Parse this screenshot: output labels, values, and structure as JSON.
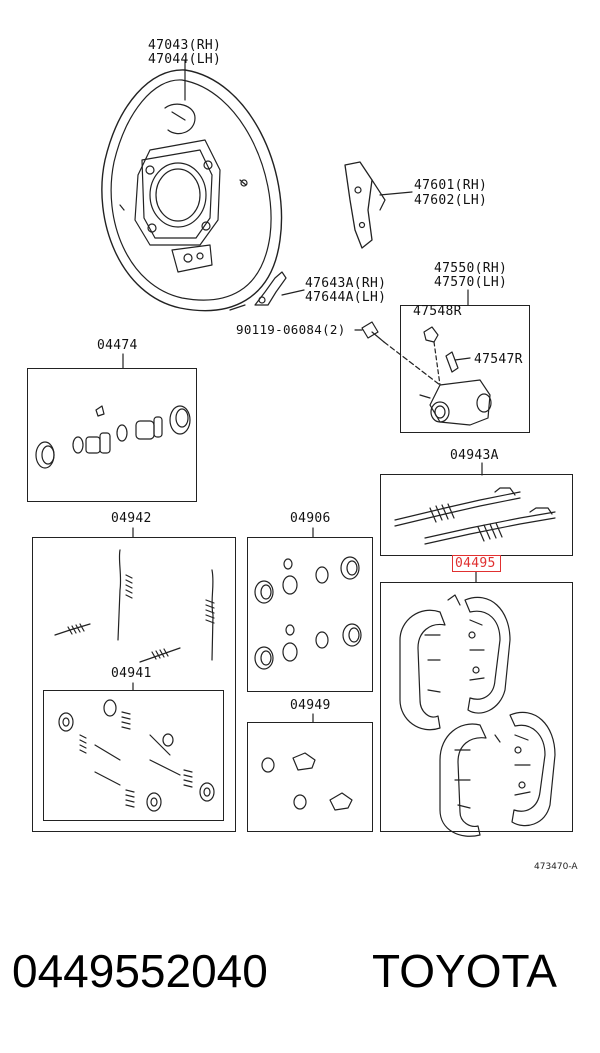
{
  "diagram": {
    "parts": {
      "backing_plate_rh": "47043(RH)",
      "backing_plate_lh": "47044(LH)",
      "adjusting_lever_rh": "47601(RH)",
      "adjusting_lever_lh": "47602(LH)",
      "wheel_cylinder_rh": "47550(RH)",
      "wheel_cylinder_lh": "47570(LH)",
      "lever_rh": "47643A(RH)",
      "lever_lh": "47644A(LH)",
      "bolt": "90119-06084(2)",
      "bleeder_cap": "47548R",
      "bleeder_plug": "47547R"
    },
    "kits": {
      "cylinder_kit": "04474",
      "adjuster_kit": "04943A",
      "spring_kit": "04942",
      "cup_kit": "04906",
      "hold_down_kit": "04941",
      "boot_kit": "04949",
      "shoe_kit": "04495"
    },
    "reference_code": "473470-A"
  },
  "footer": {
    "part_number": "0449552040",
    "brand": "TOYOTA"
  },
  "highlight_color": "#e03030"
}
